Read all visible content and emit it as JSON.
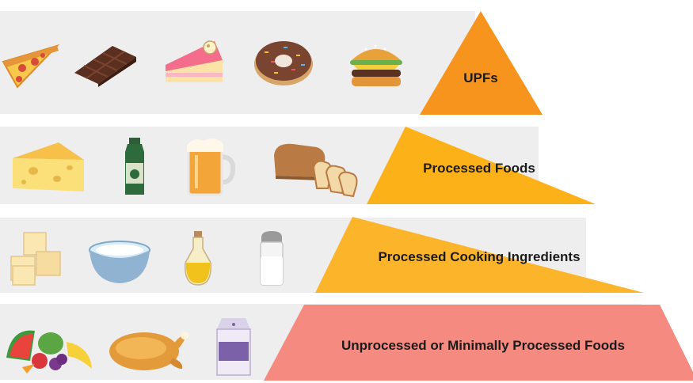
{
  "pyramid": {
    "tiers": [
      {
        "label": "UPFs",
        "color": "#f7941d",
        "foods": [
          "pizza-slice-icon",
          "chocolate-bar-icon",
          "cake-slice-icon",
          "donut-icon",
          "burger-icon"
        ]
      },
      {
        "label": "Processed Foods",
        "color": "#fbb117",
        "foods": [
          "cheese-wedge-icon",
          "bottle-icon",
          "beer-mug-icon",
          "bread-loaf-icon"
        ]
      },
      {
        "label": "Processed Cooking Ingredients",
        "color": "#fcb42b",
        "foods": [
          "sugar-cubes-icon",
          "flour-bowl-icon",
          "oil-bottle-icon",
          "salt-shaker-icon"
        ]
      },
      {
        "label": "Unprocessed or Minimally Processed Foods",
        "color": "#f58a80",
        "foods": [
          "fruits-vegetables-icon",
          "roast-chicken-icon",
          "milk-carton-icon"
        ]
      }
    ]
  }
}
